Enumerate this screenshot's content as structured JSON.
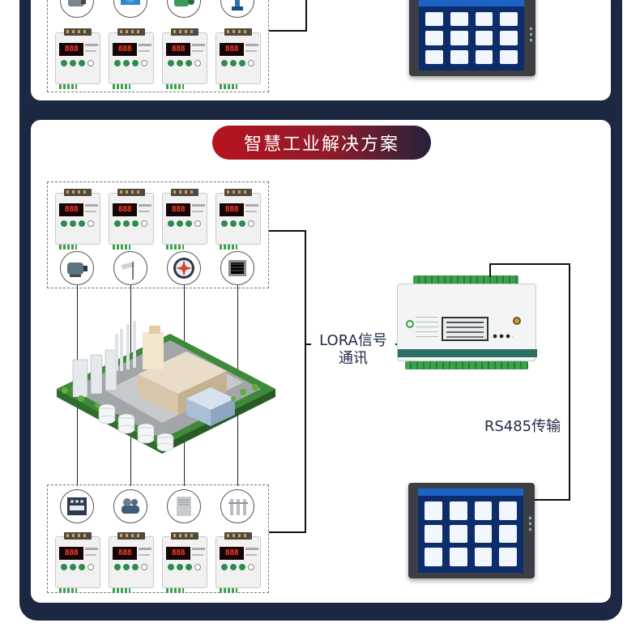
{
  "title": "智慧工业解决方案",
  "lora_label_line1": "LORA信号",
  "lora_label_line2": "通讯",
  "rs485_label": "RS485传输",
  "relay_display": "888",
  "colors": {
    "frame": "#1c2841",
    "title_red": "#b5141f",
    "display_red": "#ff3b2a",
    "terminal_green": "#3aa24c",
    "hmi_blue": "#0c2c6a"
  },
  "top_devices": [
    "pump-icon",
    "blue-valve-icon",
    "green-motor-icon",
    "water-pump-icon"
  ],
  "upper_devices": [
    "motor-icon",
    "street-light-icon",
    "fan-icon",
    "heater-icon"
  ],
  "lower_devices": [
    "control-panel-icon",
    "air-compressor-icon",
    "cabinet-icon",
    "gate-icon"
  ]
}
